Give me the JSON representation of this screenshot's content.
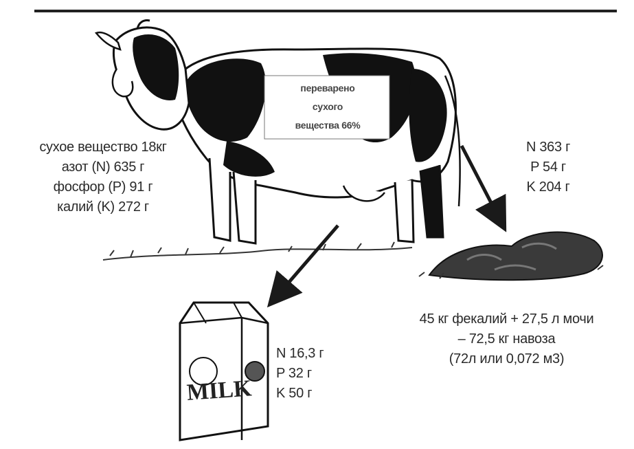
{
  "feed": {
    "lines": [
      "сухое вещество 18кг",
      "азот (N) 635 г",
      "фосфор (P) 91 г",
      "калий (K) 272 г"
    ]
  },
  "digestion": {
    "lines": [
      "переварено",
      "сухого",
      "вещества 66%"
    ]
  },
  "manure_nutrients": {
    "lines": [
      "N 363 г",
      "P 54 г",
      "K 204 г"
    ]
  },
  "milk_nutrients": {
    "lines": [
      "N 16,3 г",
      "P 32 г",
      "K 50 г"
    ]
  },
  "manure_volume": {
    "lines": [
      "45 кг фекалий + 27,5 л мочи",
      "– 72,5 кг навоза",
      "(72л или 0,072 м3)"
    ]
  },
  "milk_carton": {
    "text": "MILK"
  }
}
